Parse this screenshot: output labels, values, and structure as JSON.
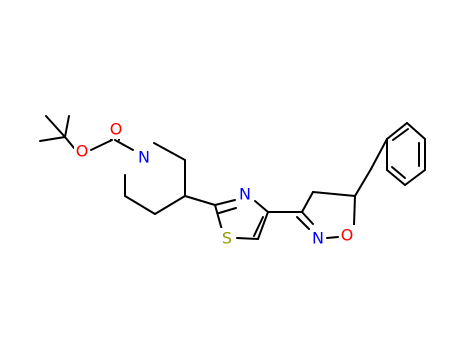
{
  "molecule": {
    "atoms": {
      "carbonyl_oxygen": "O",
      "ester_oxygen": "O",
      "piperidine_nitrogen": "N",
      "thiazole_nitrogen": "N",
      "thiazole_sulfur": "S",
      "isoxazoline_nitrogen": "N",
      "isoxazoline_oxygen": "O"
    },
    "colors": {
      "bond": "#000000",
      "oxygen": "#ff0000",
      "nitrogen": "#0000ff",
      "sulfur": "#999900"
    }
  }
}
